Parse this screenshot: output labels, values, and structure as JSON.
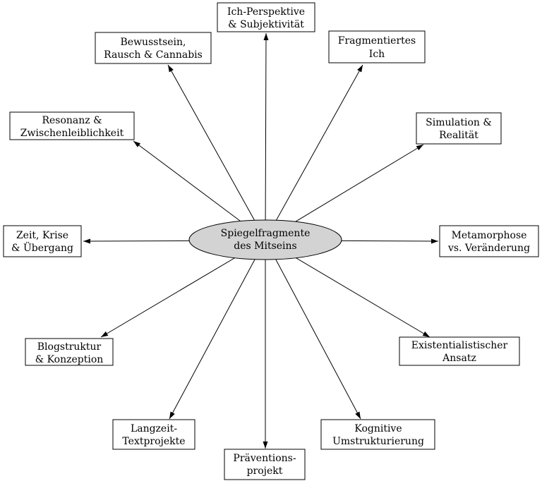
{
  "diagram": {
    "type": "radial-mindmap",
    "center": {
      "label": "Spiegelfragmente des Mitseins",
      "line1": "Spiegelfragmente",
      "line2": "des Mitseins"
    },
    "nodes": [
      {
        "id": "ich-perspektive",
        "label": "Ich-Perspektive & Subjektivität",
        "line1": "Ich-Perspektive",
        "line2": "& Subjektivität",
        "position": "top"
      },
      {
        "id": "bewusstsein",
        "label": "Bewusstsein, Rausch & Cannabis",
        "line1": "Bewusstsein,",
        "line2": "Rausch & Cannabis",
        "position": "top-left"
      },
      {
        "id": "fragmentiertes-ich",
        "label": "Fragmentiertes Ich",
        "line1": "Fragmentiertes",
        "line2": "Ich",
        "position": "top-right"
      },
      {
        "id": "resonanz",
        "label": "Resonanz & Zwischenleiblichkeit",
        "line1": "Resonanz &",
        "line2": "Zwischenleiblichkeit",
        "position": "upper-left"
      },
      {
        "id": "simulation",
        "label": "Simulation & Realität",
        "line1": "Simulation &",
        "line2": "Realität",
        "position": "upper-right"
      },
      {
        "id": "zeit-krise",
        "label": "Zeit, Krise & Übergang",
        "line1": "Zeit, Krise",
        "line2": "& Übergang",
        "position": "left"
      },
      {
        "id": "metamorphose",
        "label": "Metamorphose vs. Veränderung",
        "line1": "Metamorphose",
        "line2": "vs. Veränderung",
        "position": "right"
      },
      {
        "id": "blogstruktur",
        "label": "Blogstruktur & Konzeption",
        "line1": "Blogstruktur",
        "line2": "& Konzeption",
        "position": "lower-left"
      },
      {
        "id": "existentialistischer",
        "label": "Existentialistischer Ansatz",
        "line1": "Existentialistischer",
        "line2": "Ansatz",
        "position": "lower-right"
      },
      {
        "id": "langzeit",
        "label": "Langzeit-Textprojekte",
        "line1": "Langzeit-",
        "line2": "Textprojekte",
        "position": "bottom-left"
      },
      {
        "id": "kognitive",
        "label": "Kognitive Umstrukturierung",
        "line1": "Kognitive",
        "line2": "Umstrukturierung",
        "position": "bottom-right"
      },
      {
        "id": "praeventionsprojekt",
        "label": "Präventions-projekt",
        "line1": "Präventions-",
        "line2": "projekt",
        "position": "bottom"
      }
    ],
    "edges": [
      {
        "from": "center",
        "to": "ich-perspektive",
        "arrow": "outward"
      },
      {
        "from": "center",
        "to": "bewusstsein",
        "arrow": "outward"
      },
      {
        "from": "center",
        "to": "fragmentiertes-ich",
        "arrow": "outward"
      },
      {
        "from": "center",
        "to": "resonanz",
        "arrow": "outward"
      },
      {
        "from": "center",
        "to": "simulation",
        "arrow": "outward"
      },
      {
        "from": "center",
        "to": "zeit-krise",
        "arrow": "outward"
      },
      {
        "from": "center",
        "to": "metamorphose",
        "arrow": "outward"
      },
      {
        "from": "center",
        "to": "blogstruktur",
        "arrow": "outward"
      },
      {
        "from": "center",
        "to": "existentialistischer",
        "arrow": "outward"
      },
      {
        "from": "center",
        "to": "langzeit",
        "arrow": "outward"
      },
      {
        "from": "center",
        "to": "kognitive",
        "arrow": "outward"
      },
      {
        "from": "center",
        "to": "praeventionsprojekt",
        "arrow": "outward"
      }
    ]
  },
  "colors": {
    "background": "#ffffff",
    "center_fill": "#d3d3d3",
    "node_fill": "#ffffff",
    "stroke": "#000000",
    "text": "#000000"
  }
}
